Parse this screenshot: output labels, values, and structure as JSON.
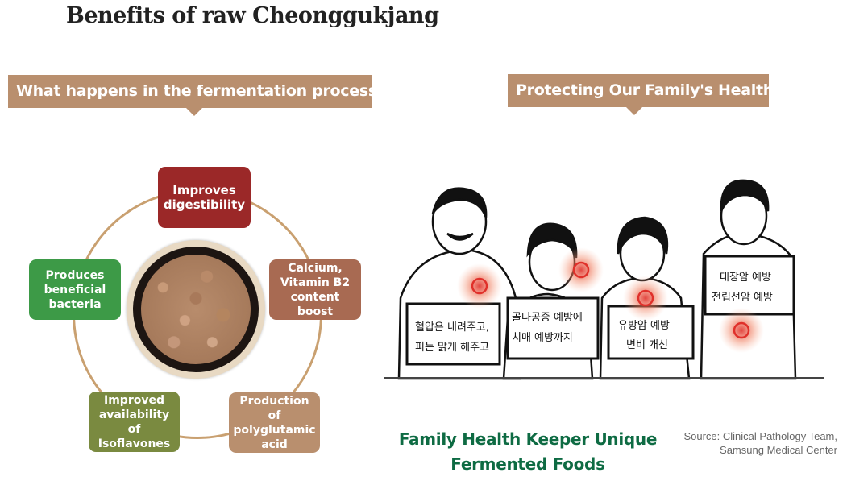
{
  "title": "Benefits of raw Cheonggukjang",
  "left_panel": {
    "banner": "What happens in the fermentation process?",
    "center_image": "bowl of cheonggukjang",
    "benefits": [
      {
        "label": "Improves digestibility",
        "color": "#9b2828"
      },
      {
        "label": "Calcium, Vitamin B2 content boost",
        "color": "#a86a52"
      },
      {
        "label": "Production of polyglutamic acid",
        "color": "#b98f6e"
      },
      {
        "label": "Improved availability of Isoflavones",
        "color": "#7a8a40"
      },
      {
        "label": "Produces beneficial bacteria",
        "color": "#3d9a47"
      }
    ]
  },
  "right_panel": {
    "banner": "Protecting Our Family's Health",
    "signs": [
      {
        "line1": "혈압은 내려주고,",
        "line2": "피는 맑게 해주고"
      },
      {
        "line1": "골다공증 예방에",
        "line2": "치매 예방까지"
      },
      {
        "line1": "유방암 예방",
        "line2": "변비 개선"
      },
      {
        "line1": "대장암 예방",
        "line2": "전립선암 예방"
      }
    ],
    "caption_line1": "Family Health Keeper Unique",
    "caption_line2": "Fermented Foods",
    "source_line1": "Source: Clinical Pathology Team,",
    "source_line2": "Samsung Medical Center"
  },
  "colors": {
    "banner": "#b98f6e",
    "caption": "#0e6b43",
    "ring": "#c9a070",
    "highlight": "#e0302a"
  }
}
